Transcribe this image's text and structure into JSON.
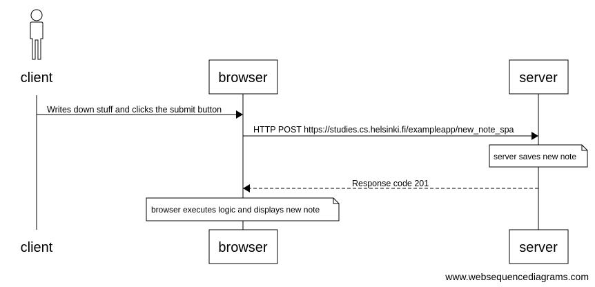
{
  "participants": {
    "client": "client",
    "browser": "browser",
    "server": "server"
  },
  "messages": {
    "m1": "Writes down stuff and clicks the submit button",
    "m2": "HTTP POST https://studies.cs.helsinki.fi/exampleapp/new_note_spa",
    "m3": "Response code 201"
  },
  "notes": {
    "server_note": "server saves new note",
    "browser_note": "browser executes logic and displays new note"
  },
  "footer": {
    "watermark": "www.websequencediagrams.com"
  },
  "icons": {
    "actor": "person-icon"
  }
}
